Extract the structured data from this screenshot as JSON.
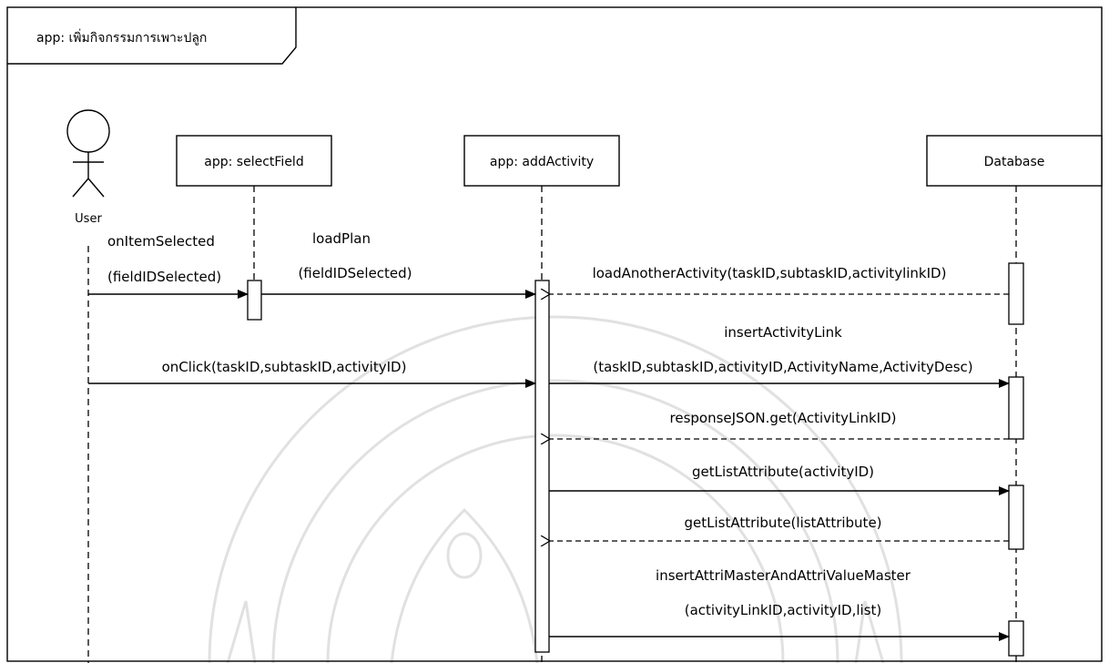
{
  "frame": {
    "title": "app: เพิ่มกิจกรรมการเพาะปลูก"
  },
  "participants": {
    "user": "User",
    "select_field": "app: selectField",
    "add_activity": "app: addActivity",
    "database": "Database"
  },
  "messages": {
    "m1_line1": "onItemSelected",
    "m1_line2": "(fieldIDSelected)",
    "m2_line1": "loadPlan",
    "m2_line2": "(fieldIDSelected)",
    "m3": "loadAnotherActivity(taskID,subtaskID,activitylinkID)",
    "m4": "onClick(taskID,subtaskID,activityID)",
    "m5_line1": "insertActivityLink",
    "m5_line2": "(taskID,subtaskID,activityID,ActivityName,ActivityDesc)",
    "m6": "responseJSON.get(ActivityLinkID)",
    "m7": "getListAttribute(activityID)",
    "m8": "getListAttribute(listAttribute)",
    "m9_line1": "insertAttriMasterAndAttriValueMaster",
    "m9_line2": "(activityLinkID,activityID,list)"
  }
}
